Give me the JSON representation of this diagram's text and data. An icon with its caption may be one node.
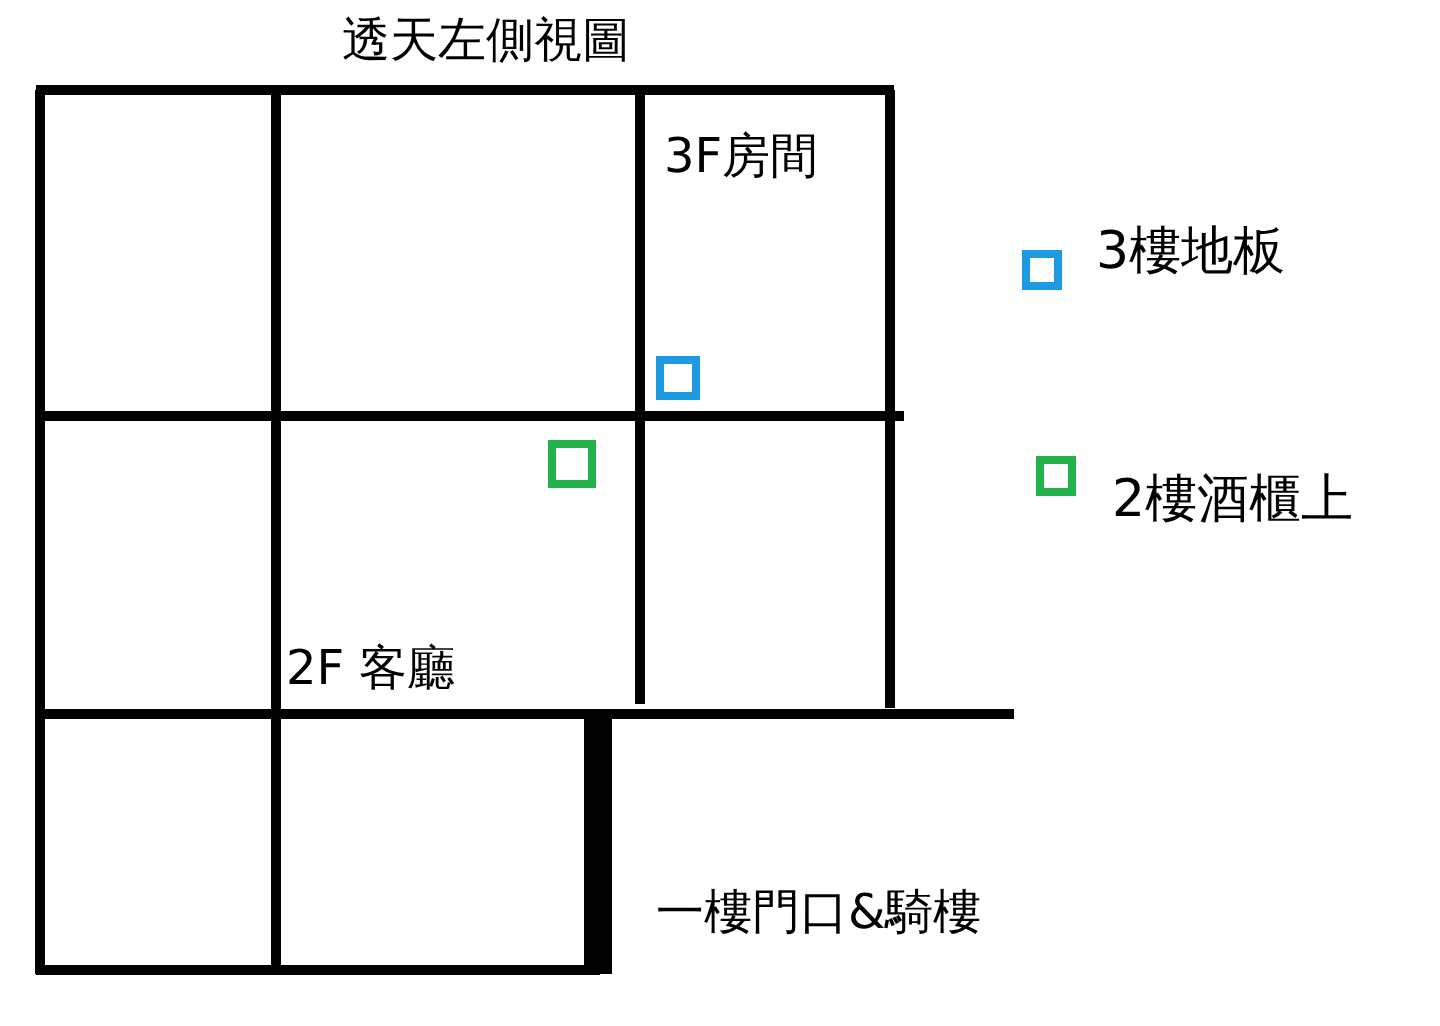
{
  "diagram": {
    "title": "透天左側視圖",
    "labels": [
      "3F房間",
      "2F 客廳",
      "一樓門口&騎樓"
    ],
    "legend": [
      {
        "text": "3樓地板",
        "color": "#1e9be0"
      },
      {
        "text": "2樓酒櫃上",
        "color": "#22b14c"
      }
    ]
  }
}
